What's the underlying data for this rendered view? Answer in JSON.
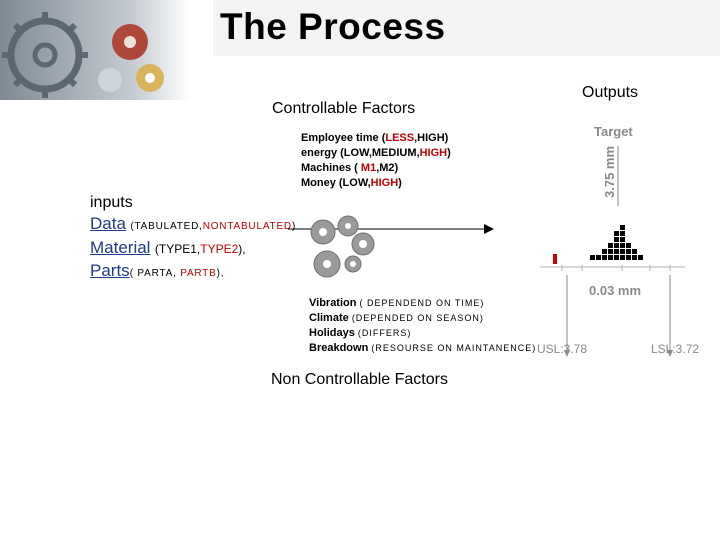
{
  "slide": {
    "title": "The Process",
    "controllable_heading": "Controllable Factors",
    "outputs_heading": "Outputs",
    "non_controllable_heading": "Non Controllable Factors"
  },
  "controllable": {
    "employee": {
      "label": "Employee time (",
      "opt1": "LESS",
      "rest": ",HIGH)"
    },
    "energy": {
      "label": "energy (LOW,MEDIUM,",
      "opt1": "HIGH",
      "rest": ")"
    },
    "machines": {
      "label": "Machines ( ",
      "opt1": "M1",
      "rest": ",M2)"
    },
    "money": {
      "label": "Money (LOW,",
      "opt1": "HIGH",
      "rest": ")"
    }
  },
  "inputs": {
    "heading": "inputs",
    "data": {
      "name": "Data",
      "open": "(TABULATED,",
      "alt": "NONTABULATED",
      "close": ")"
    },
    "material": {
      "name": "Material",
      "open": "(TYPE1,",
      "alt": "TYPE2",
      "close": "),"
    },
    "parts": {
      "name": "Parts",
      "open": "( PARTA, ",
      "alt": "PARTB",
      "close": "),"
    }
  },
  "non_controllable": {
    "vibration": {
      "label": "Vibration",
      "detail": "( DEPENDEND ON TIME)"
    },
    "climate": {
      "label": "Climate",
      "detail": "(DEPENDED ON SEASON)"
    },
    "holidays": {
      "label": "Holidays",
      "detail": "(DIFFERS)"
    },
    "breakdown": {
      "label": "Breakdown",
      "detail": "(RESOURSE ON MAINTANENCE)"
    }
  },
  "output_chart": {
    "target_label": "Target",
    "dimension_label": "3.75 mm",
    "tolerance_label": "0.03 mm",
    "usl_label": "USL:3.78",
    "lsl_label": "LSL:3.72",
    "bar_color": "#000000",
    "outlier_color": "#cc0000",
    "histogram_counts": [
      1,
      1,
      2,
      3,
      5,
      6,
      3,
      2,
      1
    ]
  },
  "icons": [
    "gear-photo-icon",
    "gears-cluster-icon"
  ]
}
